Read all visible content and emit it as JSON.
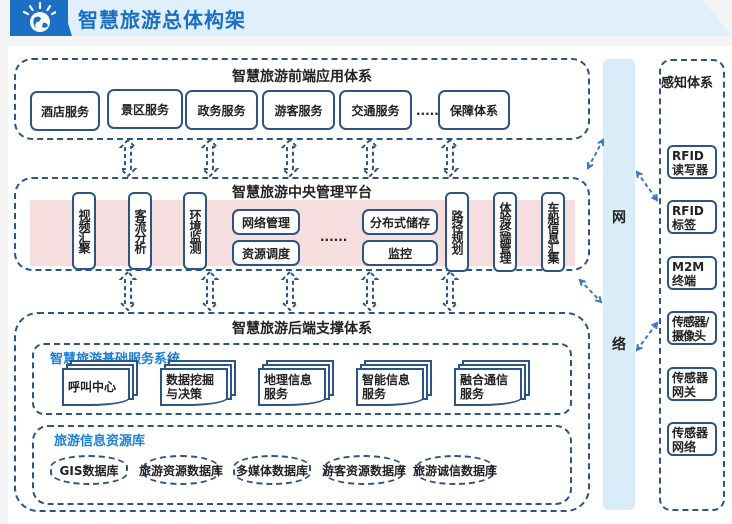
{
  "header": {
    "title": "智慧旅游总体构架",
    "icon": "globe-icon"
  },
  "front": {
    "title": "智慧旅游前端应用体系",
    "items": [
      "酒店服务",
      "景区服务",
      "政务服务",
      "游客服务",
      "交通服务",
      "保障体系"
    ],
    "ellipsis": "......"
  },
  "middle": {
    "title": "智慧旅游中央管理平台",
    "vertical_left": [
      "视频汇聚",
      "客流分析",
      "环境监测"
    ],
    "grid": [
      "网络管理",
      "分布式储存",
      "资源调度",
      "监控"
    ],
    "ellipsis": "......",
    "vertical_right": [
      "路径规划",
      "体验终端管理",
      "车船信息汇集"
    ]
  },
  "back": {
    "title": "智慧旅游后端支撑体系",
    "basic_services": {
      "title": "智慧旅游基础服务系统",
      "items": [
        "呼叫中心",
        "数据挖掘与决策",
        "地理信息服务",
        "智能信息服务",
        "融合通信服务"
      ]
    },
    "resource_db": {
      "title": "旅游信息资源库",
      "items": [
        "GIS数据库",
        "旅游资源数据库",
        "多媒体数据库",
        "游客资源数据库",
        "旅游诚信数据库"
      ]
    }
  },
  "network": {
    "label_top": "网",
    "label_bottom": "络"
  },
  "perception": {
    "title": "感知体系",
    "items": [
      "RFID读写器",
      "RFID标签",
      "M2M终端",
      "传感器/摄像头",
      "传感器网关",
      "传感器网络"
    ]
  },
  "colors": {
    "accent": "#1c70c4",
    "stroke": "#2c5485",
    "band": "#f6dede",
    "network": "#d9edf8"
  }
}
